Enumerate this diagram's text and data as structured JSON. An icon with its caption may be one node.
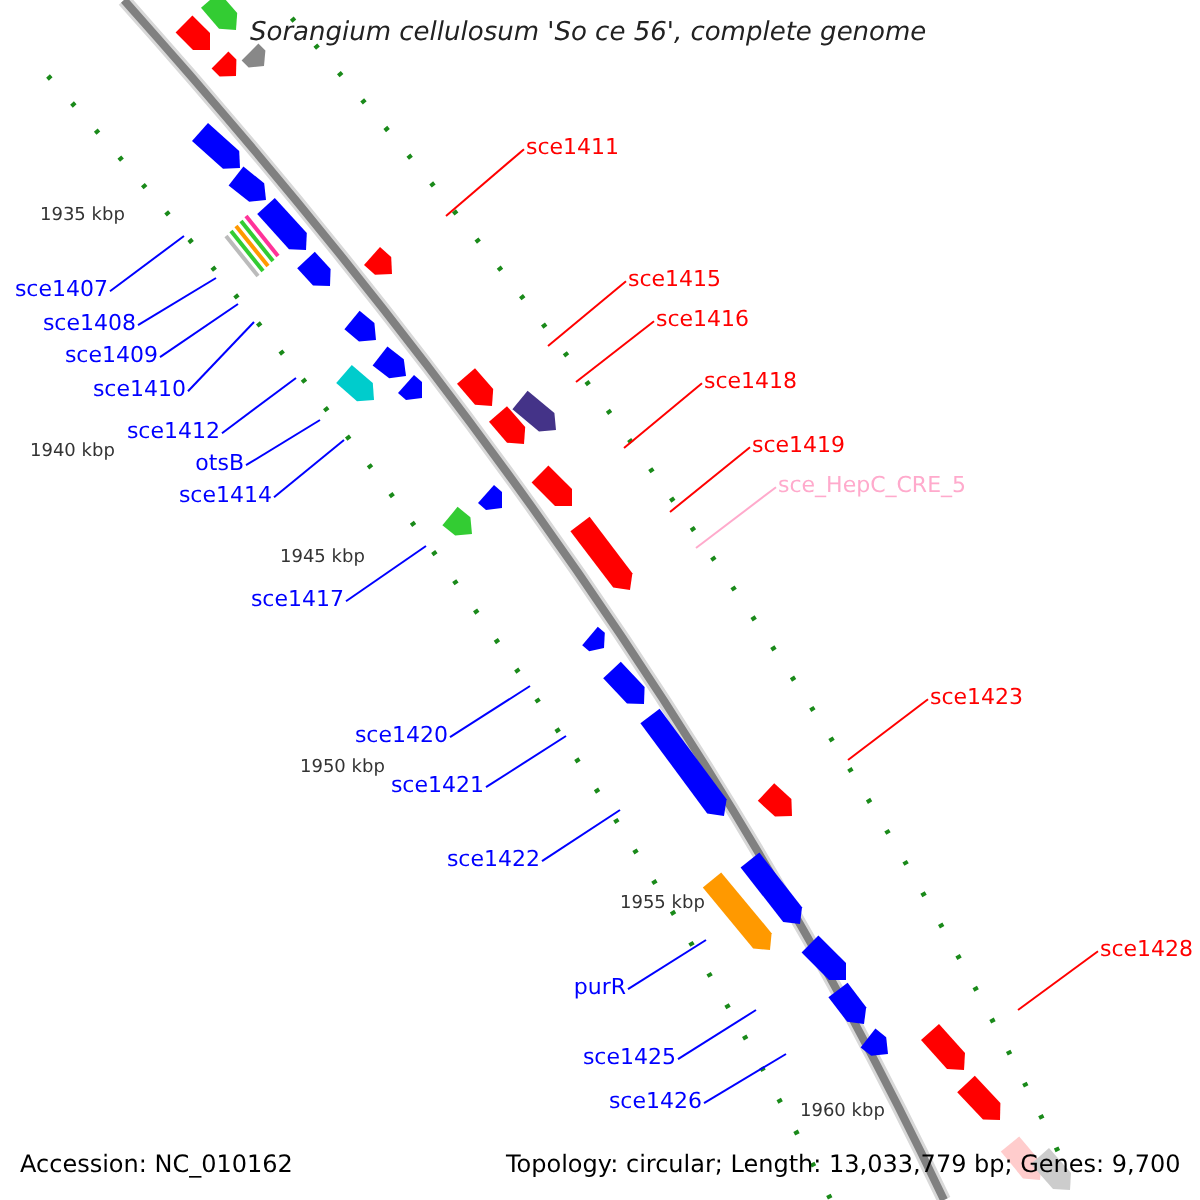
{
  "diagram": {
    "title": "Sorangium cellulosum 'So ce 56', complete genome",
    "nodes": [
      {
        "text": [
          "sce1411"
        ]
      },
      {
        "text": [
          "sce1407"
        ]
      },
      {
        "text": [
          "sce1408"
        ]
      },
      {
        "text": [
          "sce1409"
        ]
      },
      {
        "text": [
          "sce1415"
        ]
      },
      {
        "text": [
          "sce1410"
        ]
      },
      {
        "text": [
          "sce1416"
        ]
      },
      {
        "text": [
          "sce1418"
        ]
      },
      {
        "text": [
          "sce1412"
        ]
      },
      {
        "text": [
          "otsB"
        ]
      },
      {
        "text": [
          "sce1419"
        ]
      },
      {
        "text": [
          "sce_HepC_CRE_5"
        ]
      },
      {
        "text": [
          "sce1414"
        ]
      },
      {
        "text": [
          "sce1417"
        ]
      },
      {
        "text": [
          "sce1423"
        ]
      },
      {
        "text": [
          "sce1420"
        ]
      },
      {
        "text": [
          "sce1421"
        ]
      },
      {
        "text": [
          "sce1422"
        ]
      },
      {
        "text": [
          "sce1428"
        ]
      },
      {
        "text": [
          "purR"
        ]
      },
      {
        "text": [
          "sce1425"
        ]
      },
      {
        "text": [
          "sce1426"
        ]
      }
    ],
    "edges": [
      {
        "from": 0,
        "to": null,
        "arrow": "none",
        "color": "#ff0000"
      },
      {
        "from": 1,
        "to": null,
        "arrow": "none"
      },
      {
        "from": 2,
        "to": null,
        "arrow": "none"
      },
      {
        "from": 3,
        "to": null,
        "arrow": "none"
      },
      {
        "from": 4,
        "to": null,
        "arrow": "none",
        "color": "#ff0000"
      },
      {
        "from": 5,
        "to": null,
        "arrow": "none"
      },
      {
        "from": 6,
        "to": null,
        "arrow": "none",
        "color": "#ff0000"
      },
      {
        "from": 7,
        "to": null,
        "arrow": "none",
        "color": "#ff0000"
      },
      {
        "from": 8,
        "to": null,
        "arrow": "none"
      },
      {
        "from": 9,
        "to": null,
        "arrow": "none"
      },
      {
        "from": 10,
        "to": null,
        "arrow": "none",
        "color": "#ff0000"
      },
      {
        "from": 11,
        "to": null,
        "arrow": "none",
        "color": "#ffaacc"
      },
      {
        "from": 12,
        "to": null,
        "arrow": "none"
      },
      {
        "from": 13,
        "to": null,
        "arrow": "none"
      },
      {
        "from": 14,
        "to": null,
        "arrow": "none",
        "color": "#ff0000"
      },
      {
        "from": 15,
        "to": null,
        "arrow": "none"
      },
      {
        "from": 16,
        "to": null,
        "arrow": "none"
      },
      {
        "from": 17,
        "to": null,
        "arrow": "none"
      },
      {
        "from": 18,
        "to": null,
        "arrow": "none",
        "color": "#ff0000"
      },
      {
        "from": 19,
        "to": null,
        "arrow": "none"
      },
      {
        "from": 20,
        "to": null,
        "arrow": "none"
      },
      {
        "from": 21,
        "to": null,
        "arrow": "none"
      }
    ],
    "labels": [
      "1935 kbp",
      "1940 kbp",
      "1945 kbp",
      "1950 kbp",
      "1955 kbp",
      "1960 kbp",
      "Accession: NC_010162",
      "Topology: circular; Length: 13,033,779 bp; Genes: 9,700"
    ]
  }
}
